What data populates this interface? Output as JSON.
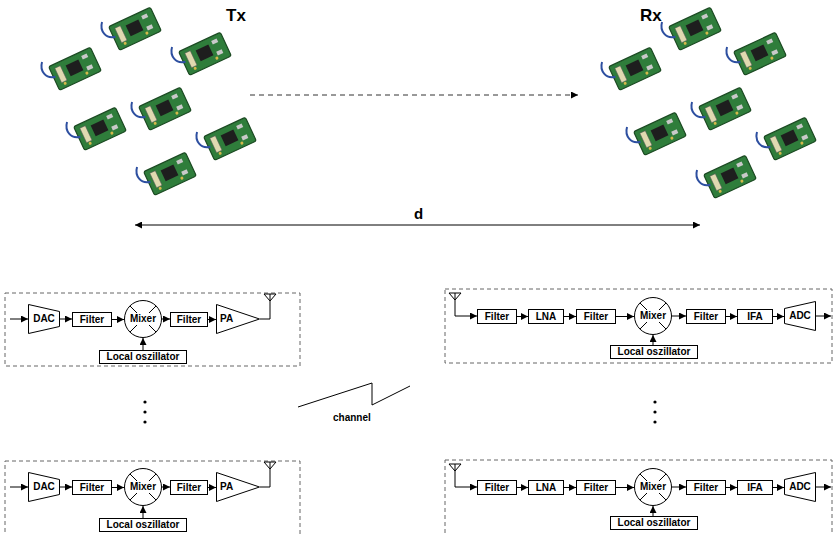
{
  "diagram": {
    "nodes": [
      {
        "text": [
          "DAC"
        ]
      },
      {
        "text": [
          "Filter"
        ]
      },
      {
        "text": [
          "Mixer"
        ]
      },
      {
        "text": [
          "Filter"
        ]
      },
      {
        "text": [
          "PA"
        ]
      },
      {
        "text": [
          "Local oszillator"
        ]
      },
      {
        "text": [
          "Filter"
        ]
      },
      {
        "text": [
          "LNA"
        ]
      },
      {
        "text": [
          "Filter"
        ]
      },
      {
        "text": [
          "Mixer"
        ]
      },
      {
        "text": [
          "Filter"
        ]
      },
      {
        "text": [
          "IFA"
        ]
      },
      {
        "text": [
          "ADC"
        ]
      },
      {
        "text": [
          "Local oszillator"
        ]
      },
      {
        "text": [
          "DAC"
        ]
      },
      {
        "text": [
          "Filter"
        ]
      },
      {
        "text": [
          "Mixer"
        ]
      },
      {
        "text": [
          "Filter"
        ]
      },
      {
        "text": [
          "PA"
        ]
      },
      {
        "text": [
          "Local oszillator"
        ]
      },
      {
        "text": [
          "Filter"
        ]
      },
      {
        "text": [
          "LNA"
        ]
      },
      {
        "text": [
          "Filter"
        ]
      },
      {
        "text": [
          "Mixer"
        ]
      },
      {
        "text": [
          "Filter"
        ]
      },
      {
        "text": [
          "IFA"
        ]
      },
      {
        "text": [
          "ADC"
        ]
      },
      {
        "text": [
          "Local oszillator"
        ]
      }
    ],
    "edges": [
      {
        "from": 0,
        "to": 1,
        "arrow": "to"
      },
      {
        "from": 1,
        "to": 2,
        "arrow": "to"
      },
      {
        "from": 2,
        "to": 3,
        "arrow": "to"
      },
      {
        "from": 3,
        "to": 4,
        "arrow": "to"
      },
      {
        "from": 5,
        "to": 2,
        "arrow": "to"
      },
      {
        "from": 6,
        "to": 7,
        "arrow": "to"
      },
      {
        "from": 7,
        "to": 8,
        "arrow": "to"
      },
      {
        "from": 8,
        "to": 9,
        "arrow": "to"
      },
      {
        "from": 9,
        "to": 10,
        "arrow": "to"
      },
      {
        "from": 10,
        "to": 11,
        "arrow": "to"
      },
      {
        "from": 11,
        "to": 12,
        "arrow": "to"
      },
      {
        "from": 13,
        "to": 9,
        "arrow": "to"
      },
      {
        "from": 14,
        "to": 15,
        "arrow": "to"
      },
      {
        "from": 15,
        "to": 16,
        "arrow": "to"
      },
      {
        "from": 16,
        "to": 17,
        "arrow": "to"
      },
      {
        "from": 17,
        "to": 18,
        "arrow": "to"
      },
      {
        "from": 19,
        "to": 16,
        "arrow": "to"
      },
      {
        "from": 20,
        "to": 21,
        "arrow": "to"
      },
      {
        "from": 21,
        "to": 22,
        "arrow": "to"
      },
      {
        "from": 22,
        "to": 23,
        "arrow": "to"
      },
      {
        "from": 23,
        "to": 24,
        "arrow": "to"
      },
      {
        "from": 24,
        "to": 25,
        "arrow": "to"
      },
      {
        "from": 25,
        "to": 26,
        "arrow": "to"
      },
      {
        "from": 27,
        "to": 23,
        "arrow": "to"
      }
    ],
    "labels": [
      "Tx",
      "Rx",
      "d",
      "channel"
    ]
  }
}
